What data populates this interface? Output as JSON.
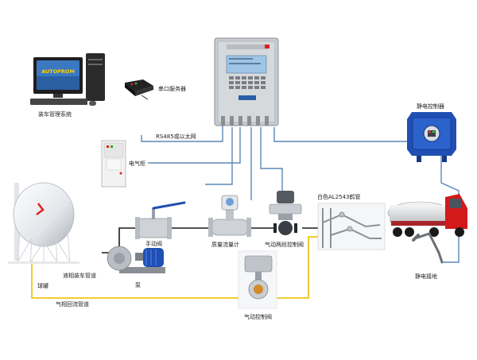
{
  "labels": {
    "loading_system": "装车管理系统",
    "serial_server": "串口服务器",
    "rs485": "RS485或以太网",
    "electric_cabinet": "电气柜",
    "static_controller": "静电控制器",
    "manual_valve": "手动阀",
    "mass_flowmeter": "质量流量计",
    "white_arm": "白色AL2543鹤管",
    "pneumatic_two_stage_valve": "气动两段控制阀",
    "liquid_phase_pipe": "液相装车管道",
    "pump": "泵",
    "ball_tank": "球罐",
    "gas_return_pipe": "气相回流管道",
    "pneumatic_valve": "气动控制阀",
    "static_ground": "静电接地"
  },
  "screen_brand": "AUTOPROM",
  "colors": {
    "signal_line": "#5b87b8",
    "liquid_line": "#1a1a1a",
    "gas_line": "#f0c419",
    "controller_body": "#c9ccd0",
    "screen": "#9ec4e6",
    "static_box": "#1f4fb3",
    "truck_cab": "#d21a1a"
  }
}
